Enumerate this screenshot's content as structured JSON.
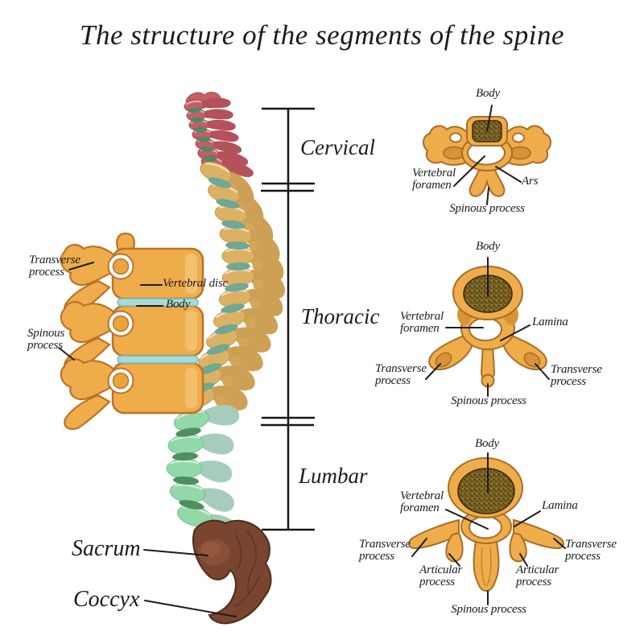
{
  "title": "The structure of the segments of the spine",
  "colors": {
    "cervical": "#c45e65",
    "thoracic": "#dcb164",
    "lumbar": "#93d8a8",
    "sacrum": "#7a4530",
    "bone": "#efac4b",
    "disc_cervical": "#4e8a63",
    "disc_thoracic": "#6fa893",
    "disc_lumbar": "#4f8f5c",
    "disc_detail": "#a8dbd7",
    "ink": "#1b1b1b"
  },
  "segment_labels": {
    "cervical": "Cervical",
    "thoracic": "Thoracic",
    "lumbar": "Lumbar",
    "sacrum": "Sacrum",
    "coccyx": "Coccyx"
  },
  "detail_view": {
    "transverse_process": "Transverse\nprocess",
    "vertebral_disc": "Vertebral disc",
    "body": "Body",
    "spinous_process": "Spinous\nprocess"
  },
  "cervical_section": {
    "body": "Body",
    "vertebral_foramen": "Vertebral\nforamen",
    "ars": "Ars",
    "spinous_process": "Spinous process"
  },
  "thoracic_section": {
    "body": "Body",
    "vertebral_foramen": "Vertebral\nforamen",
    "lamina": "Lamina",
    "transverse_process_left": "Transverse\nprocess",
    "transverse_process_right": "Transverse\nprocess",
    "spinous_process": "Spinous process"
  },
  "lumbar_section": {
    "body": "Body",
    "vertebral_foramen": "Vertebral\nforamen",
    "lamina": "Lamina",
    "transverse_process_left": "Transverse\nprocess",
    "transverse_process_right": "Transverse\nprocess",
    "articular_process_left": "Articular\nprocess",
    "articular_process_right": "Articular\nprocess",
    "spinous_process": "Spinous process"
  }
}
